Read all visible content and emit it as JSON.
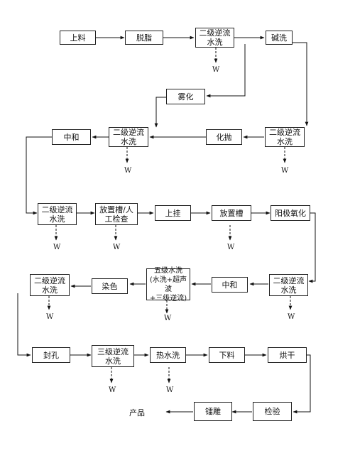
{
  "steps": {
    "loading": "上料",
    "degrease": "脱脂",
    "rinse_2stage_a": "二级逆流\n水洗",
    "alkali_wash": "碱洗",
    "mist": "雾化",
    "neutralize_a": "中和",
    "rinse_2stage_b": "二级逆流\n水洗",
    "chem_polish": "化抛",
    "rinse_2stage_c": "二级逆流\n水洗",
    "rinse_2stage_d": "二级逆流\n水洗",
    "tank_inspect": "放置槽/人\n工检查",
    "hang": "上挂",
    "tank": "放置槽",
    "anodize": "阳极氧化",
    "rinse_2stage_e": "二级逆流\n水洗",
    "neutralize_b": "中和",
    "rinse_5stage": "五级水洗\n(水洗+超声波\n+三级逆流)",
    "dye": "染色",
    "rinse_2stage_f": "二级逆流\n水洗",
    "seal": "封孔",
    "rinse_3stage": "三级逆流\n水洗",
    "hot_rinse": "热水洗",
    "unloading": "下料",
    "dry": "烘干",
    "inspect": "检验",
    "carve": "镭雕",
    "product": "产品"
  },
  "waste_label": "W"
}
